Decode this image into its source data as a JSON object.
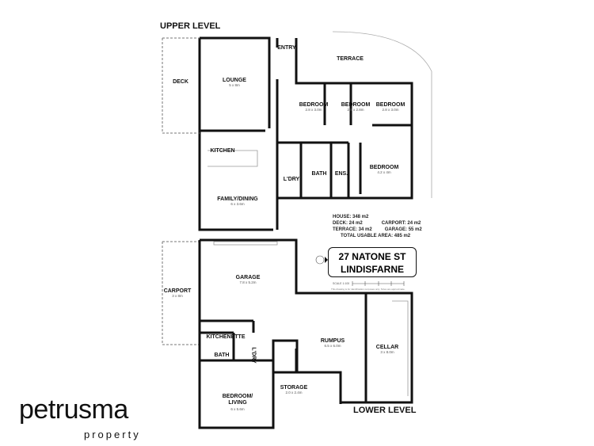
{
  "labels": {
    "upper_level": "UPPER LEVEL",
    "lower_level": "LOWER LEVEL"
  },
  "upper_rooms": {
    "deck": {
      "name": "DECK"
    },
    "lounge": {
      "name": "LOUNGE",
      "dim": "5 x 8m"
    },
    "entry": {
      "name": "ENTRY"
    },
    "terrace": {
      "name": "TERRACE"
    },
    "bedroom1": {
      "name": "BEDROOM",
      "dim": "2.8 x 3.0m"
    },
    "bedroom2": {
      "name": "BEDROOM",
      "dim": "2.8 x 2.8m"
    },
    "bedroom3": {
      "name": "BEDROOM",
      "dim": "2.8 x 3.0m"
    },
    "kitchen": {
      "name": "KITCHEN"
    },
    "bath": {
      "name": "BATH"
    },
    "ens": {
      "name": "ENS."
    },
    "bedroom4": {
      "name": "BEDROOM",
      "dim": "4.2 x 4m"
    },
    "laundry": {
      "name": "L'DRY"
    },
    "family": {
      "name": "FAMILY/DINING",
      "dim": "6 x 3.6m"
    }
  },
  "lower_rooms": {
    "carport": {
      "name": "CARPORT",
      "dim": "3 x 8m"
    },
    "garage": {
      "name": "GARAGE",
      "dim": "7.8 x 5.2m"
    },
    "kitchenette": {
      "name": "KITCHENETTE"
    },
    "bath": {
      "name": "BATH"
    },
    "laundry": {
      "name": "L'DRY"
    },
    "rumpus": {
      "name": "RUMPUS",
      "dim": "6.5 x 6.0m"
    },
    "cellar": {
      "name": "CELLAR",
      "dim": "3 x 8.0m"
    },
    "storage": {
      "name": "STORAGE",
      "dim": "2.0 x 2.4m"
    },
    "bedroom_living": {
      "name": "BEDROOM/\nLIVING",
      "dim": "6 x 5.6m"
    }
  },
  "areas": {
    "house": "HOUSE: 348 m2",
    "deck": "DECK: 24 m2",
    "terrace": "TERRACE: 34 m2",
    "carport": "CARPORT: 24 m2",
    "garage": "GARAGE: 55 m2",
    "total": "TOTAL USABLE AREA: 485 m2"
  },
  "address": {
    "line1": "27 NATONE ST",
    "line2": "LINDISFARNE"
  },
  "scale": "SCALE 1:100",
  "note": "This drawing is for identification purposes only. Sizes are approximate.",
  "brand": {
    "name": "petrusma",
    "sub": "property"
  }
}
